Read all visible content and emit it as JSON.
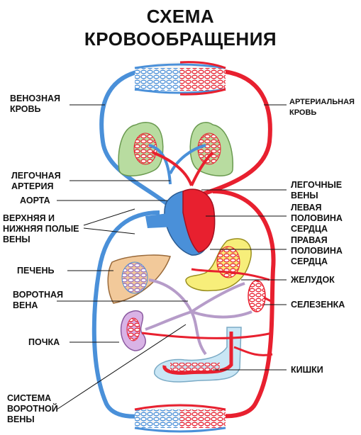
{
  "title": {
    "line1": "СХЕМА",
    "line2": "КРОВООБРАЩЕНИЯ"
  },
  "labels": {
    "venous_blood": "ВЕНОЗНАЯ\nКРОВЬ",
    "arterial_blood": "АРТЕРИАЛЬНАЯ\nКРОВЬ",
    "pulmonary_artery": "ЛЕГОЧНАЯ\nАРТЕРИЯ",
    "aorta": "АОРТА",
    "vena_cava": "ВЕРХНЯЯ И\nНИЖНЯЯ ПОЛЫЕ\nВЕНЫ",
    "pulmonary_veins": "ЛЕГОЧНЫЕ\nВЕНЫ",
    "left_heart": "ЛЕВАЯ\nПОЛОВИНА\nСЕРДЦА",
    "right_heart": "ПРАВАЯ\nПОЛОВИНА\nСЕРДЦА",
    "liver": "ПЕЧЕНЬ",
    "portal_vein": "ВОРОТНАЯ\nВЕНА",
    "stomach": "ЖЕЛУДОК",
    "spleen": "СЕЛЕЗЕНКА",
    "kidney": "ПОЧКА",
    "intestines": "КИШКИ",
    "portal_system": "СИСТЕМА\nВОРОТНОЙ\nВЕНЫ"
  },
  "colors": {
    "arterial": "#e8202f",
    "venous": "#4a90d9",
    "portal": "#b69cc9",
    "lung": "#b8dca0",
    "liver": "#f2c99a",
    "stomach": "#f7ee7a",
    "kidney": "#d9b3e6",
    "intestine": "#c9e6f5"
  },
  "icons": [
    "heart-organ",
    "lung-organ",
    "liver-organ",
    "stomach-organ",
    "spleen-organ",
    "kidney-organ",
    "intestine-organ",
    "capillary-network"
  ]
}
